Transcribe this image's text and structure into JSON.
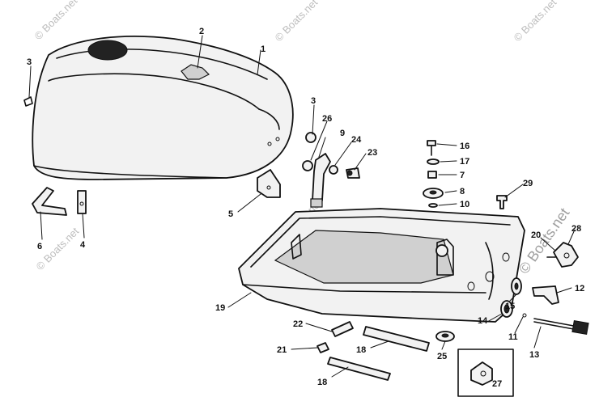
{
  "watermark": {
    "short": "© Boats.net",
    "big": "© Boats.net"
  },
  "callouts": [
    "1",
    "2",
    "3",
    "3",
    "4",
    "5",
    "6",
    "7",
    "8",
    "9",
    "10",
    "11",
    "12",
    "13",
    "14",
    "15",
    "16",
    "17",
    "18",
    "18",
    "19",
    "20",
    "21",
    "22",
    "23",
    "24",
    "25",
    "26",
    "27",
    "28",
    "29"
  ],
  "colors": {
    "ink": "#111111",
    "paper": "#ffffff",
    "watermark": "#bdbdbd"
  }
}
